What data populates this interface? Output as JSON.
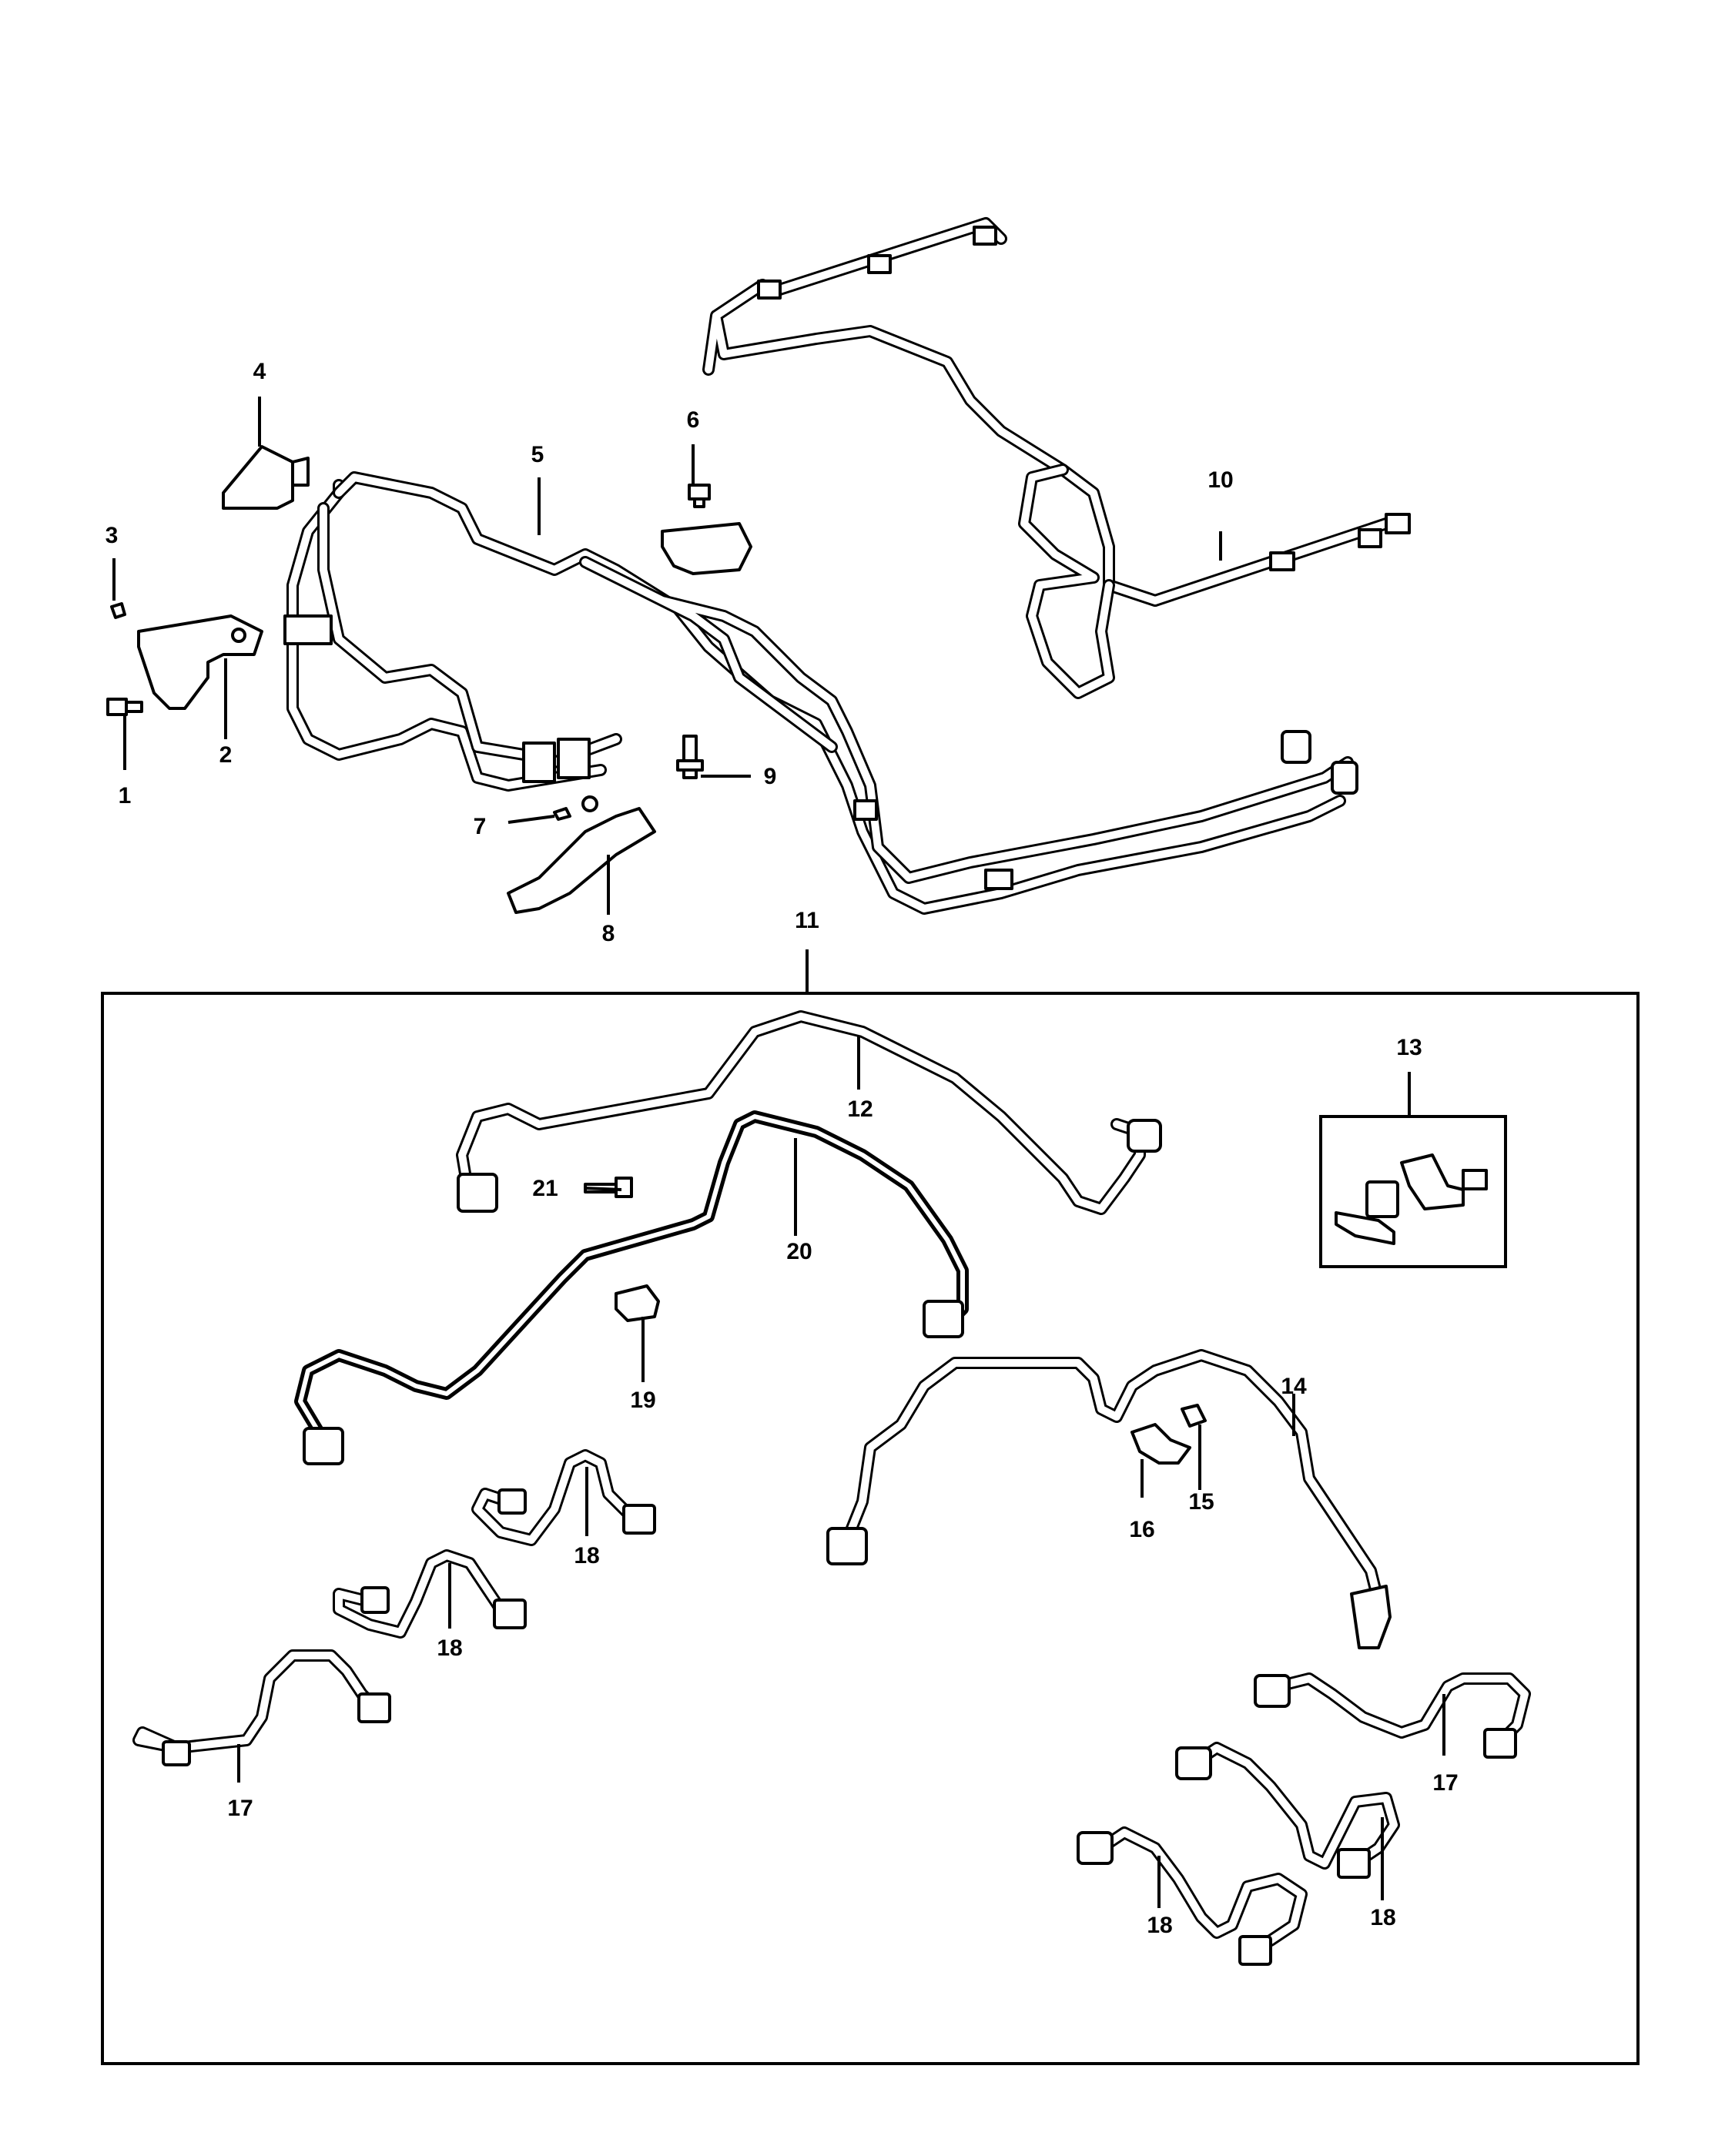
{
  "callouts": {
    "c1": "1",
    "c2": "2",
    "c3": "3",
    "c4": "4",
    "c5": "5",
    "c6": "6",
    "c7": "7",
    "c8": "8",
    "c9": "9",
    "c10": "10",
    "c11": "11",
    "c12": "12",
    "c13": "13",
    "c14": "14",
    "c15": "15",
    "c16": "16",
    "c17a": "17",
    "c17b": "17",
    "c18a": "18",
    "c18b": "18",
    "c18c": "18",
    "c18d": "18",
    "c19": "19",
    "c20": "20",
    "c21": "21"
  },
  "icons": [
    "bolt-icon",
    "bracket-icon",
    "clip-icon",
    "fuel-line-icon",
    "nut-icon",
    "retainer-icon",
    "injector-tube-icon",
    "fuel-rail-icon"
  ],
  "colors": {
    "line": "#000000",
    "background": "#ffffff"
  }
}
